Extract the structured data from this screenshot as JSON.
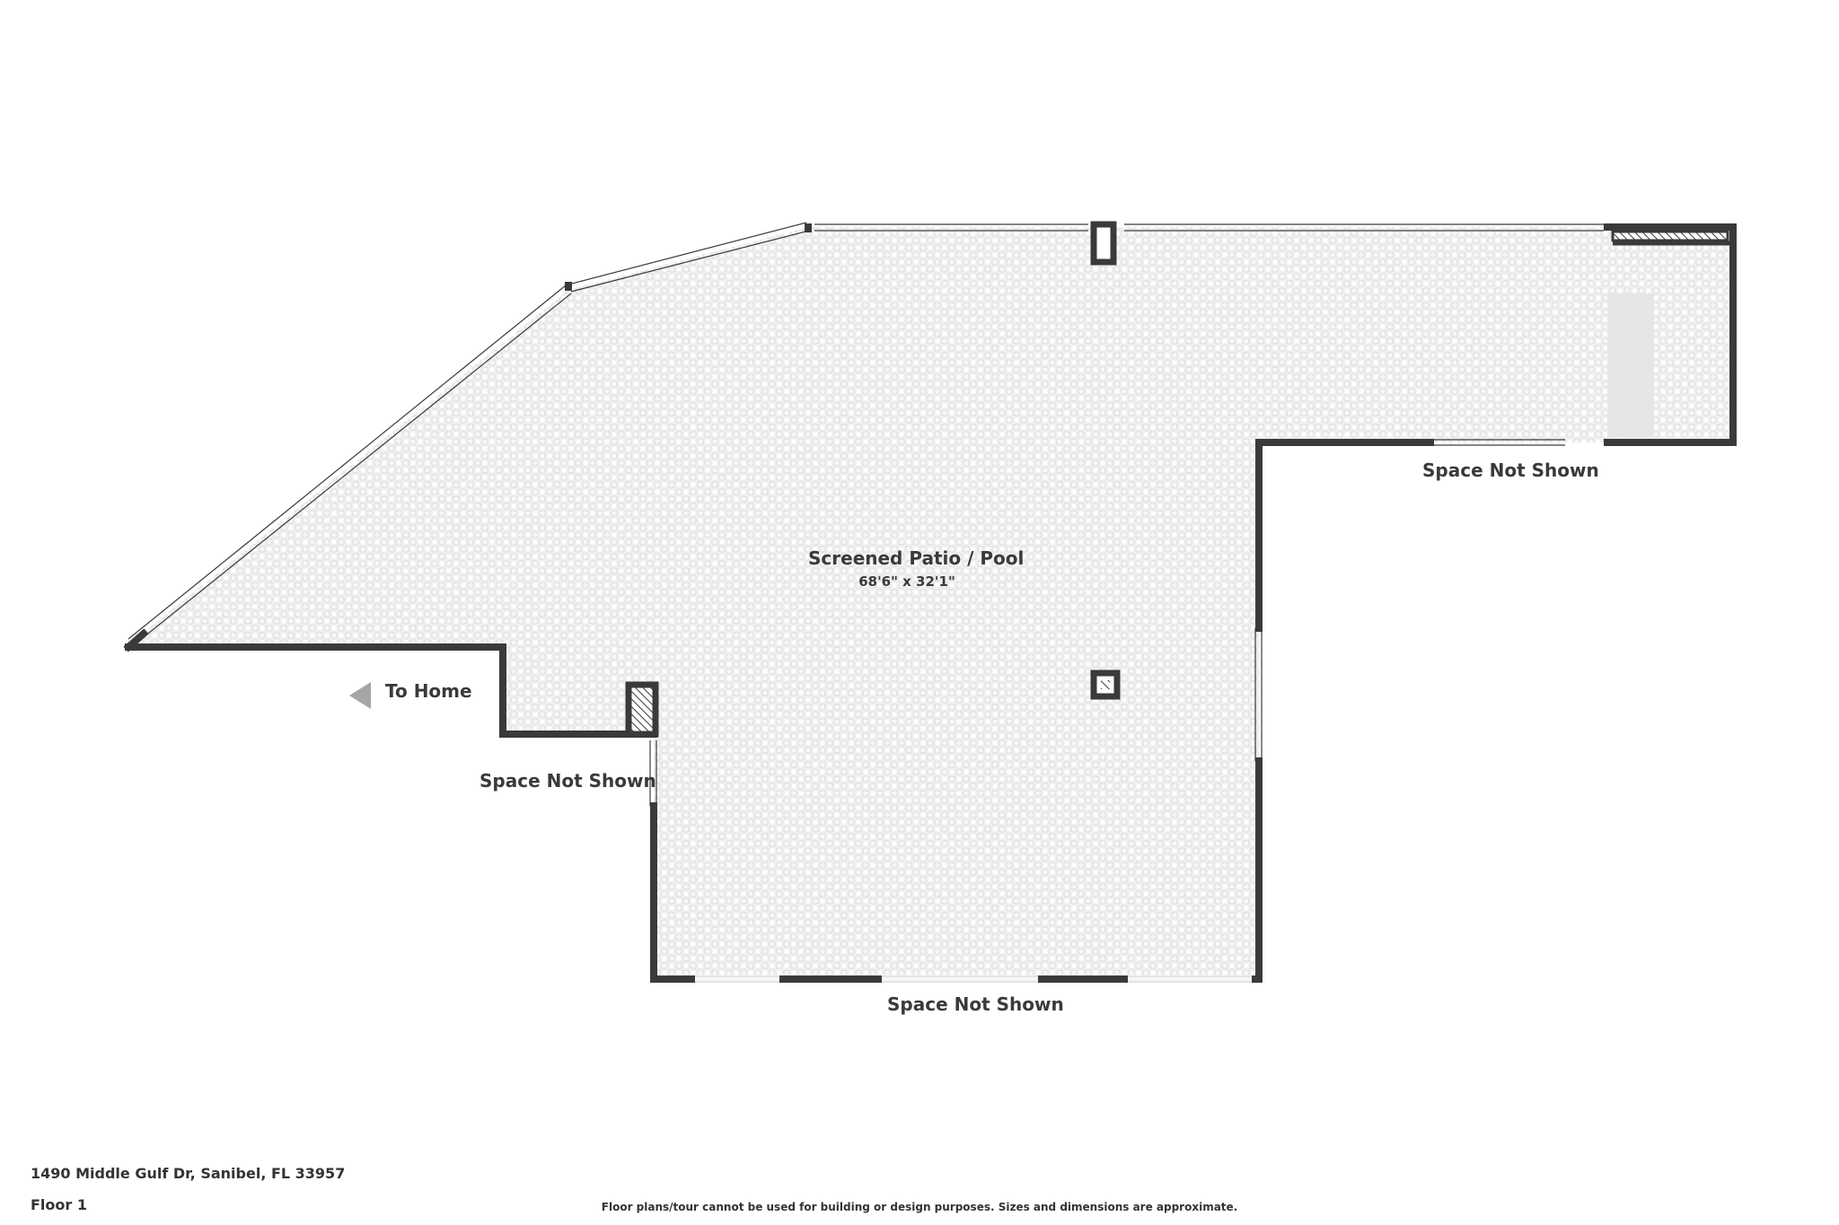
{
  "room": {
    "name": "Screened Patio / Pool",
    "dimensions": "68'6\" x 32'1\""
  },
  "labels": {
    "space_not_shown_right": "Space Not Shown",
    "space_not_shown_left": "Space Not Shown",
    "space_not_shown_bottom": "Space Not Shown",
    "to_home": "To Home"
  },
  "footer": {
    "address": "1490 Middle Gulf Dr, Sanibel, FL 33957",
    "floor": "Floor 1",
    "disclaimer": "Floor plans/tour cannot be used for building or design purposes. Sizes and dimensions are approximate."
  },
  "colors": {
    "wall": "#3a3a3a",
    "floor_tile": "#d8d8d8",
    "arrow": "#a6a6a6",
    "fixture": "#e6e6e6"
  }
}
